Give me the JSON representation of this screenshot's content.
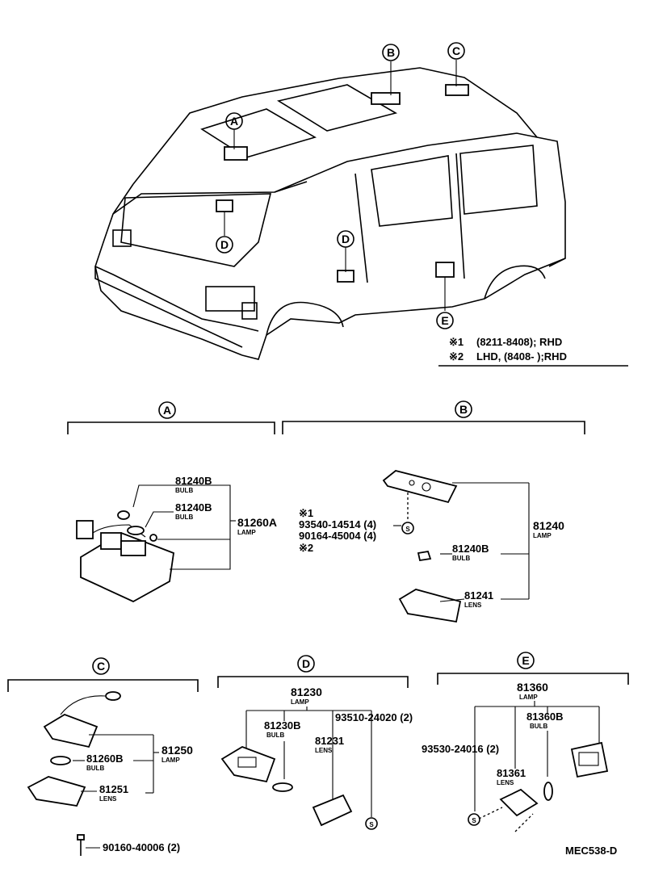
{
  "callouts": {
    "A": "A",
    "B": "B",
    "C": "C",
    "D": "D",
    "E": "E"
  },
  "notes": {
    "n1_mark": "※1",
    "n1_text": "(8211-8408); RHD",
    "n2_mark": "※2",
    "n2_text": "LHD, (8408-        );RHD"
  },
  "section_a": {
    "letter": "A",
    "bulb1_no": "81240B",
    "bulb1_lbl": "BULB",
    "bulb2_no": "81240B",
    "bulb2_lbl": "BULB",
    "lamp_no": "81260A",
    "lamp_lbl": "LAMP"
  },
  "section_b": {
    "letter": "B",
    "mark1": "※1",
    "screw1": "93540-14514 (4)",
    "screw2": "90164-45004 (4)",
    "mark2": "※2",
    "screw_symbol": "S",
    "bulb_no": "81240B",
    "bulb_lbl": "BULB",
    "lamp_no": "81240",
    "lamp_lbl": "LAMP",
    "lens_no": "81241",
    "lens_lbl": "LENS"
  },
  "section_c": {
    "letter": "C",
    "bulb_no": "81260B",
    "bulb_lbl": "BULB",
    "lamp_no": "81250",
    "lamp_lbl": "LAMP",
    "lens_no": "81251",
    "lens_lbl": "LENS",
    "screw": "90160-40006 (2)"
  },
  "section_d": {
    "letter": "D",
    "lamp_no": "81230",
    "lamp_lbl": "LAMP",
    "bulb_no": "81230B",
    "bulb_lbl": "BULB",
    "screw": "93510-24020 (2)",
    "lens_no": "81231",
    "lens_lbl": "LENS",
    "screw_symbol": "S"
  },
  "section_e": {
    "letter": "E",
    "lamp_no": "81360",
    "lamp_lbl": "LAMP",
    "bulb_no": "81360B",
    "bulb_lbl": "BULB",
    "screw": "93530-24016 (2)",
    "lens_no": "81361",
    "lens_lbl": "LENS",
    "screw_symbol": "S"
  },
  "diagram_code": "MEC538-D"
}
